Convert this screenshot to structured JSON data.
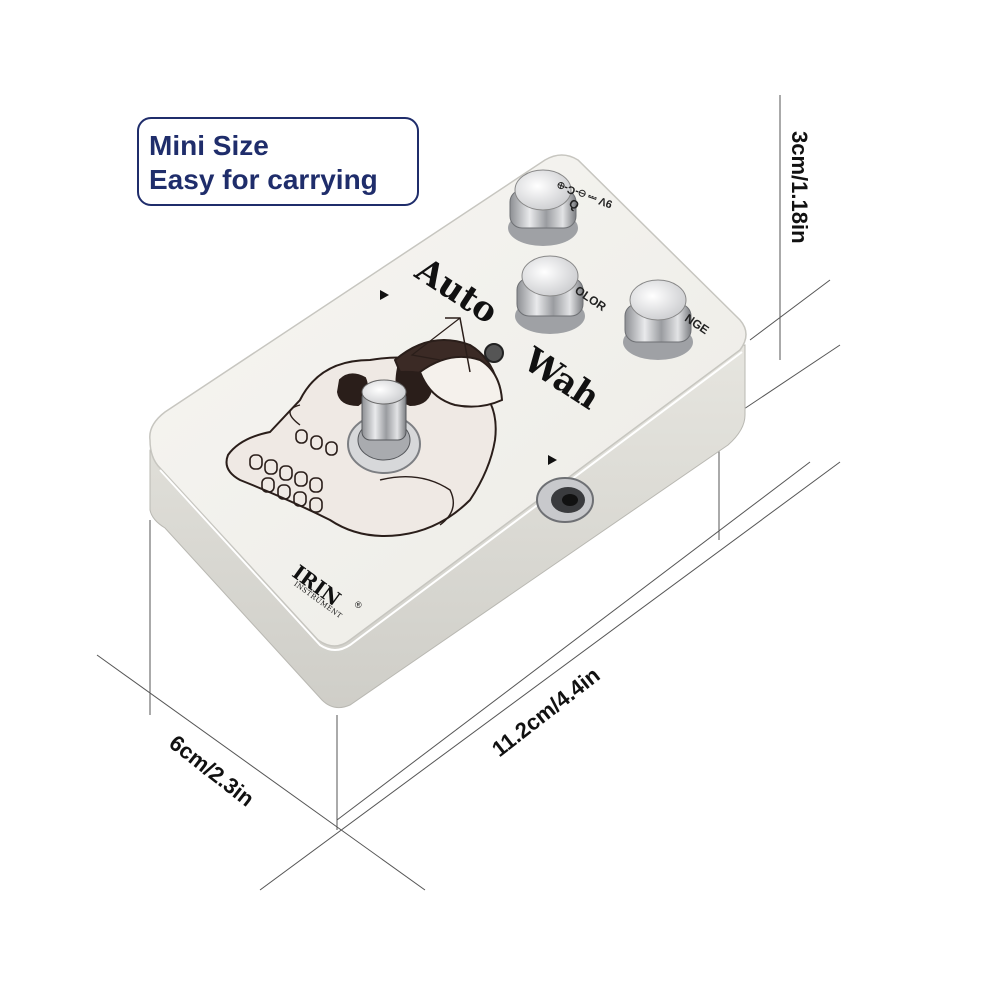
{
  "callout": {
    "line1": "Mini Size",
    "line2": "Easy for carrying",
    "border_color": "#1f2d6b",
    "text_color": "#1f2d6b"
  },
  "dimensions": {
    "height": "3cm/1.18in",
    "length": "11.2cm/4.4in",
    "width": "6cm/2.3in"
  },
  "pedal": {
    "title_line1": "Auto",
    "title_line2": "Wah",
    "knob_labels": {
      "q": "Q",
      "color": "OLOR",
      "range": "NGE"
    },
    "power_label": "9V ⎓ ⊖-C-⊕",
    "brand": "IRIN",
    "brand_sub": "INSTRUMENT",
    "registered": "®",
    "body_color": "#f1f0ec"
  }
}
